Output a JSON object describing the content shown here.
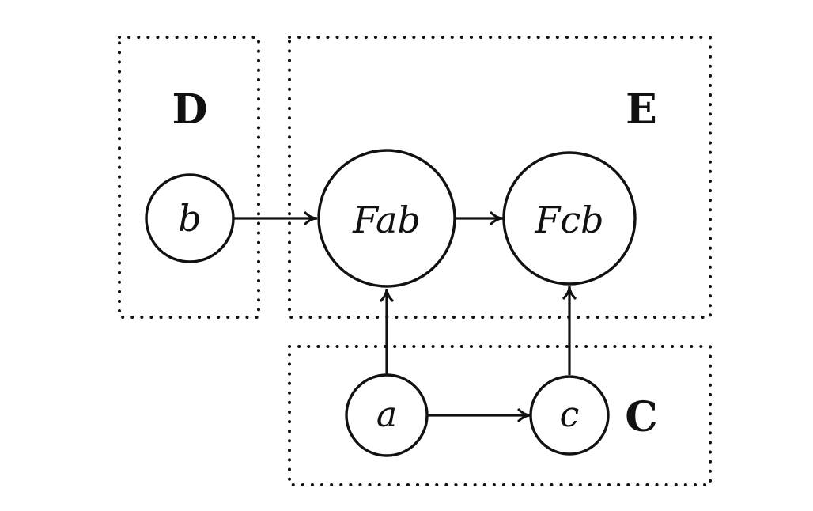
{
  "diagram": {
    "regions": {
      "d": {
        "label": "D"
      },
      "e": {
        "label": "E"
      },
      "c": {
        "label": "C"
      }
    },
    "nodes": {
      "b": {
        "label": "b"
      },
      "fab": {
        "label": "Fab"
      },
      "fcb": {
        "label": "Fcb"
      },
      "a": {
        "label": "a"
      },
      "c": {
        "label": "c"
      }
    },
    "edges": [
      {
        "from": "b",
        "to": "Fab"
      },
      {
        "from": "Fab",
        "to": "Fcb"
      },
      {
        "from": "a",
        "to": "Fab"
      },
      {
        "from": "a",
        "to": "c"
      },
      {
        "from": "c",
        "to": "Fcb"
      }
    ]
  }
}
